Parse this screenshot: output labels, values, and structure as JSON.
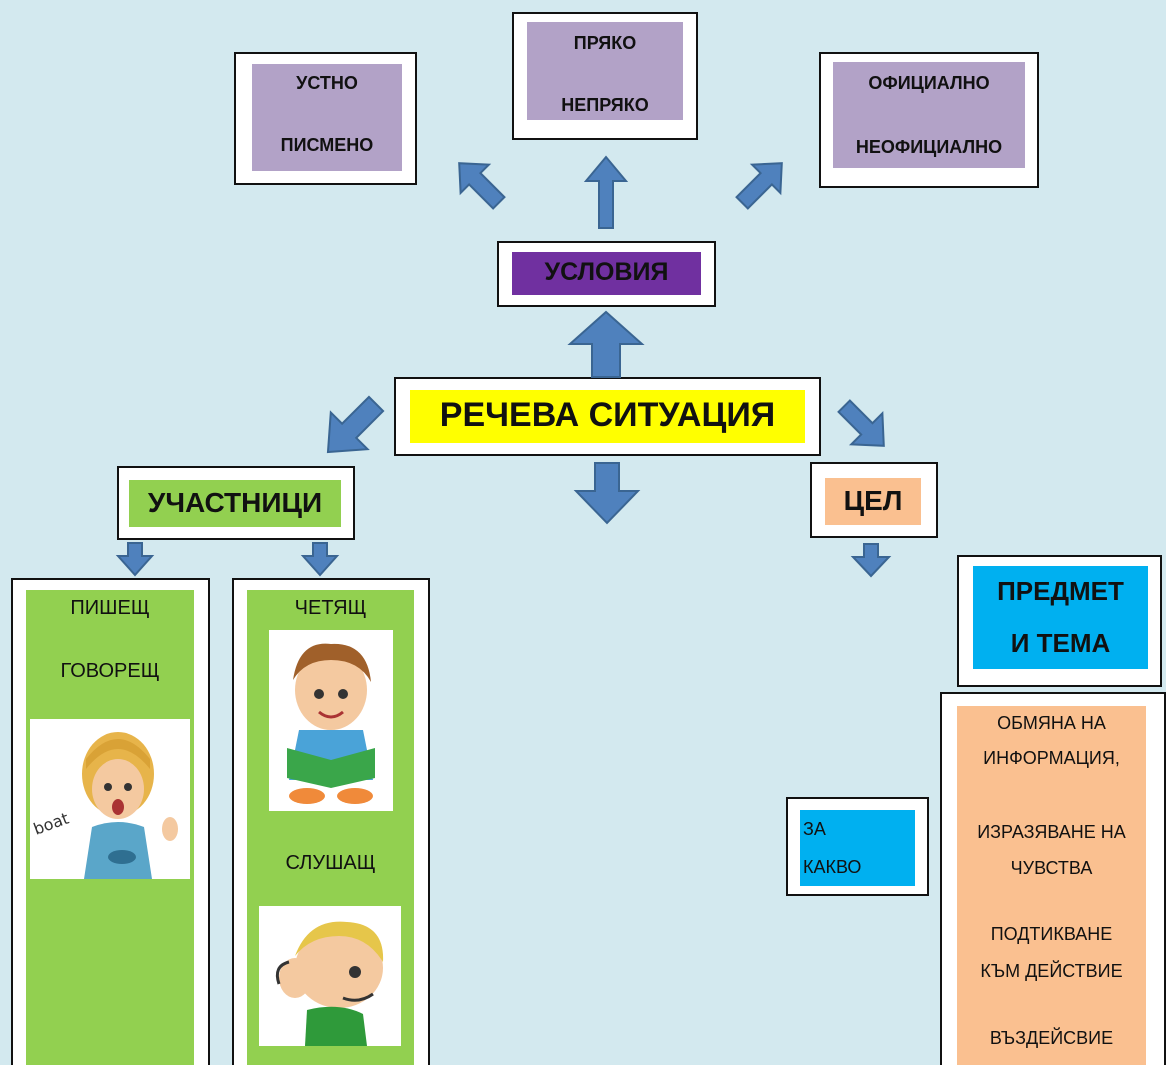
{
  "center": {
    "label": "РЕЧЕВА СИТУАЦИЯ"
  },
  "conditions": {
    "label": "УСЛОВИЯ",
    "oral_written": {
      "line1": "УСТНО",
      "line2": "ПИСМЕНО"
    },
    "direct_indirect": {
      "line1": "ПРЯКО",
      "line2": "НЕПРЯКО"
    },
    "official": {
      "line1": "ОФИЦИАЛНО",
      "line2": "НЕОФИЦИАЛНО"
    }
  },
  "participants": {
    "label": "УЧАСТНИЦИ",
    "left_column": {
      "line1": "ПИШЕЩ",
      "line2": "ГОВОРЕЩ"
    },
    "right_column": {
      "line1": "ЧЕТЯЩ",
      "line2": "СЛУШАЩ"
    }
  },
  "goal": {
    "label": "ЦЕЛ",
    "subject": {
      "line1": "ПРЕДМЕТ",
      "line2": "И ТЕМА"
    },
    "what_for": {
      "line1": "ЗА",
      "line2": "КАКВО"
    },
    "purposes": [
      "ОБМЯНА НА",
      "ИНФОРМАЦИЯ,",
      "ИЗРАЗЯВАНЕ НА",
      "ЧУВСТВА",
      "ПОДТИКВАНЕ",
      "КЪМ ДЕЙСТВИЕ",
      "ВЪЗДЕЙСВИЕ"
    ]
  },
  "picture_text": {
    "girl_speech": "boat"
  },
  "colors": {
    "background": "#d3e9ef",
    "arrow": "#4f81bd",
    "arrow_outline": "#3a6592",
    "conditions_sub": "#b2a2c7",
    "conditions": "#7030a0",
    "center_highlight": "#ffff00",
    "participants": "#92d050",
    "goal": "#fac090",
    "subject": "#00b0f0"
  }
}
